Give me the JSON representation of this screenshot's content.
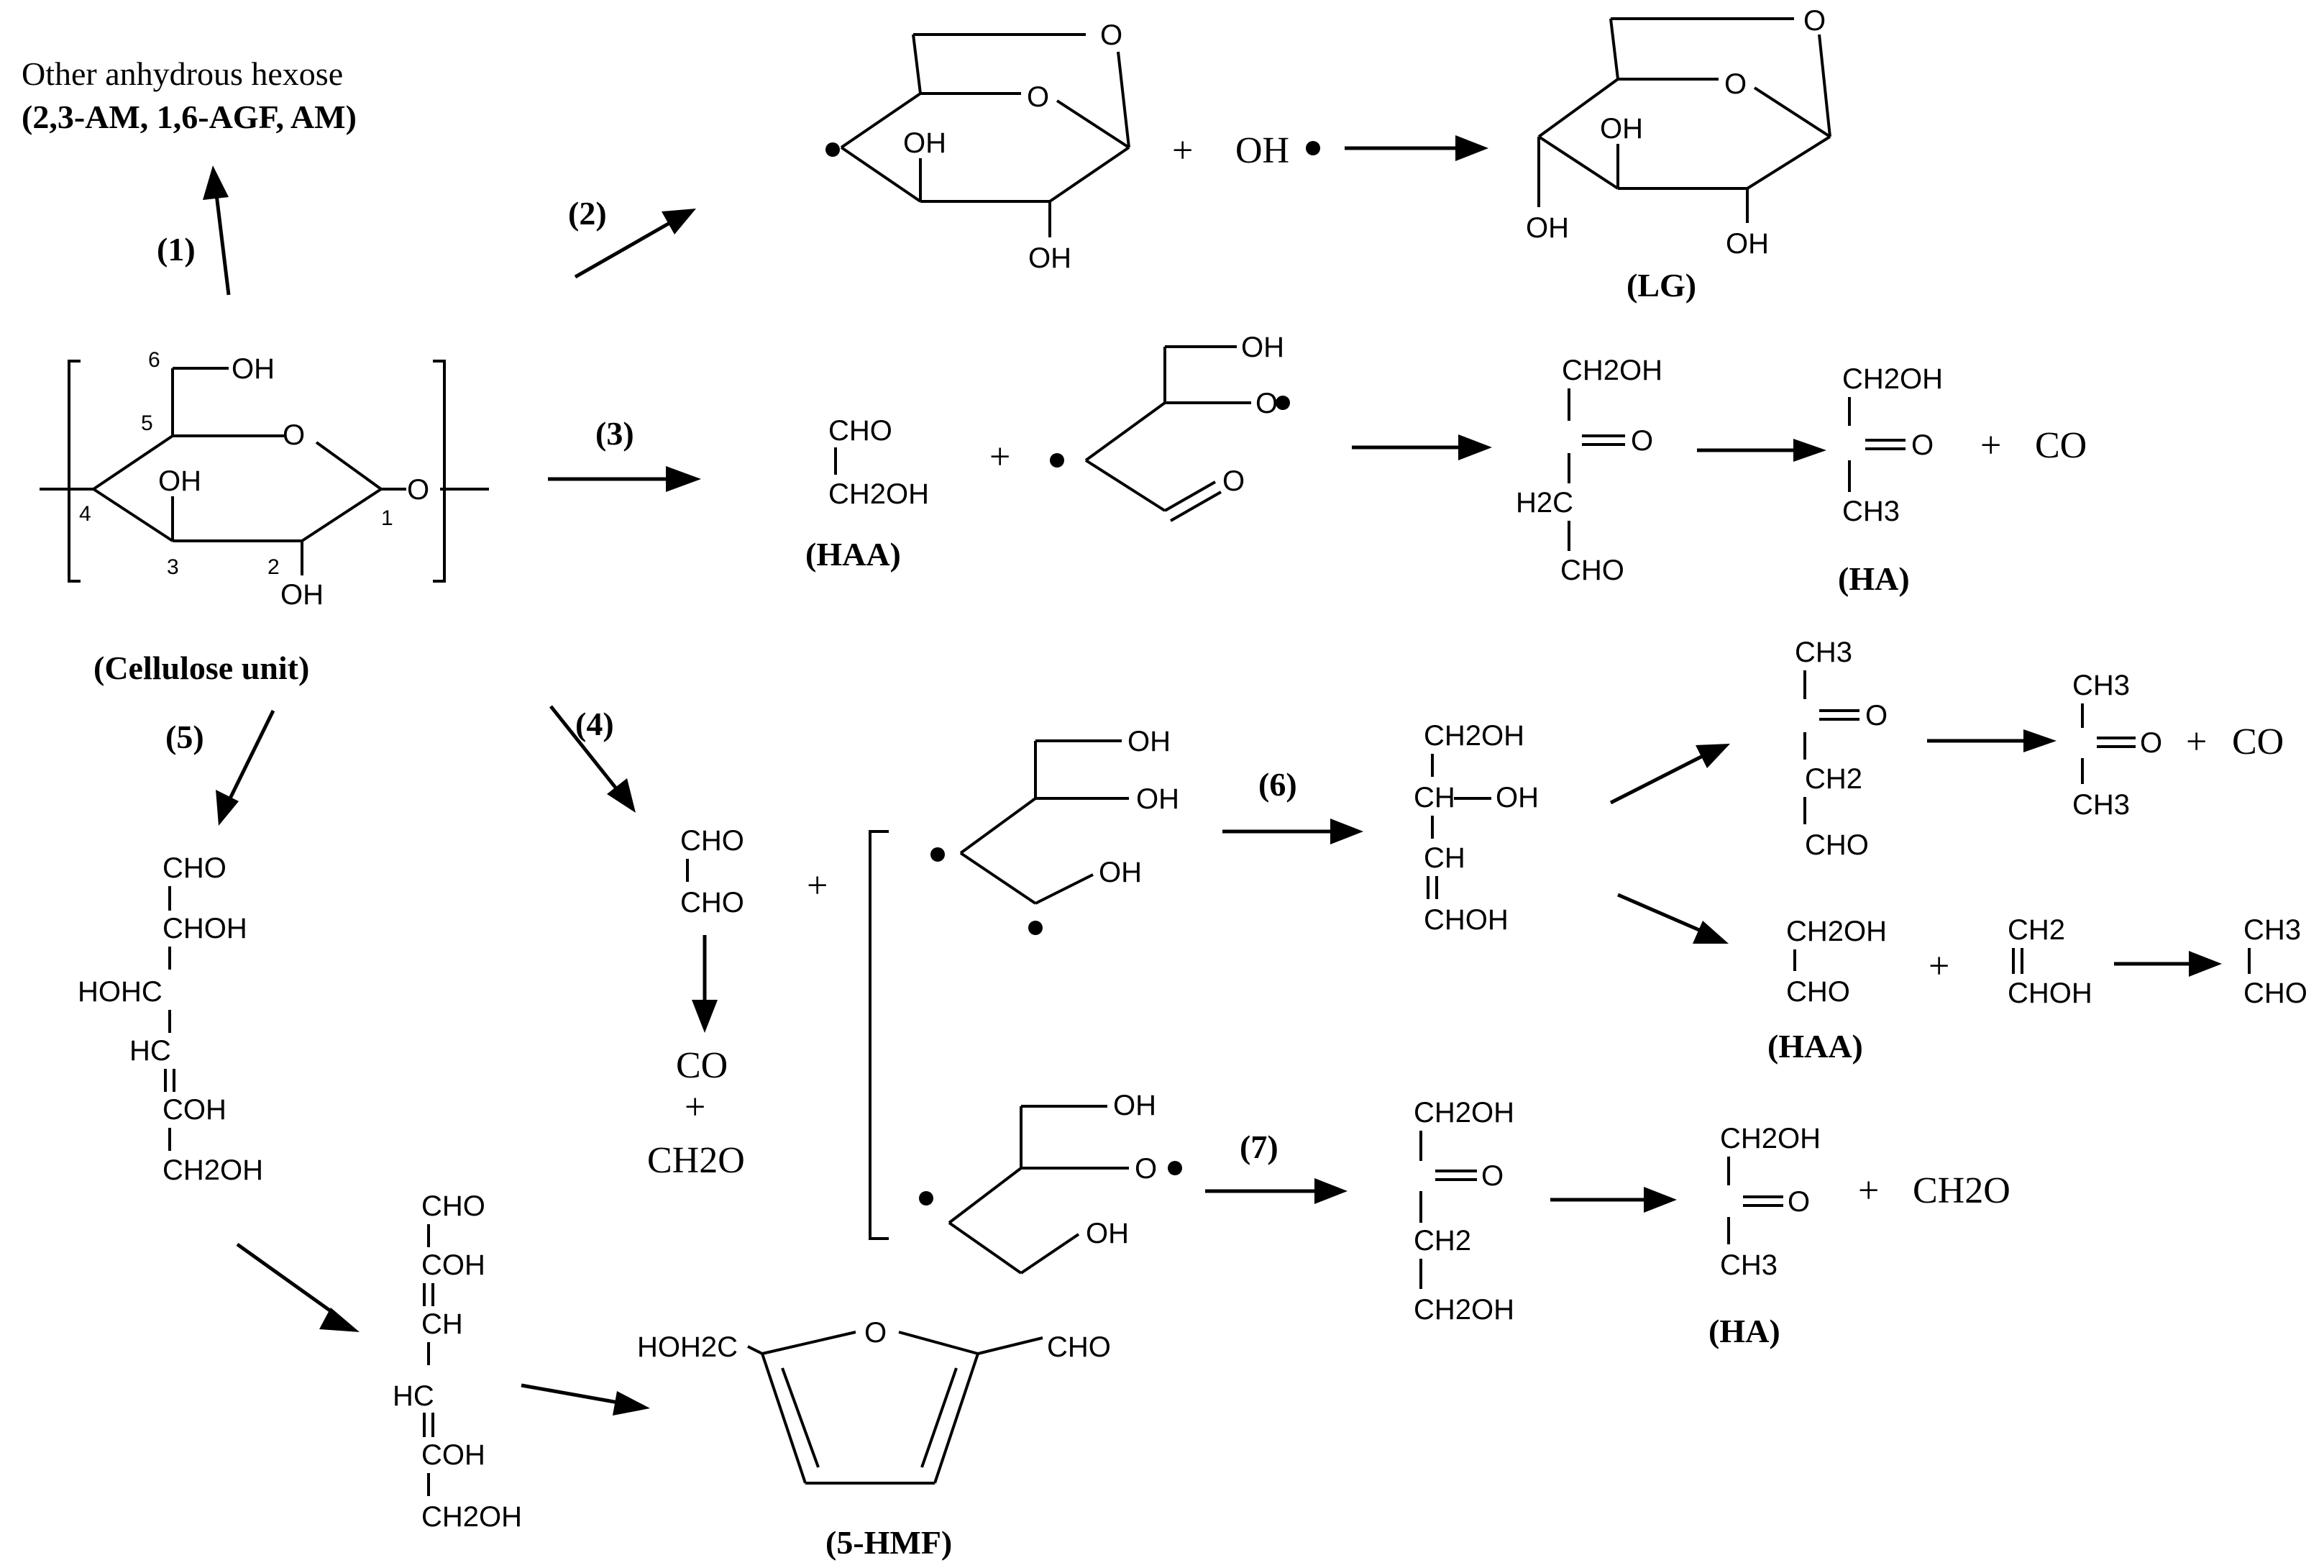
{
  "labels": {
    "top_left_line1": "Other anhydrous hexose",
    "top_left_line2": "(2,3-AM, 1,6-AGF, AM)",
    "cellulose": "(Cellulose unit)",
    "lg": "(LG)",
    "haa": "(HAA)",
    "ha": "(HA)",
    "haa2": "(HAA)",
    "ha2": "(HA)",
    "hmf": "(5-HMF)"
  },
  "steps": {
    "s1": "(1)",
    "s2": "(2)",
    "s3": "(3)",
    "s4": "(4)",
    "s5": "(5)",
    "s6": "(6)",
    "s7": "(7)"
  },
  "atoms": {
    "O": "O",
    "OH": "OH",
    "HOH2C": "HOH2C",
    "CHO": "CHO",
    "CH2OH": "CH2OH",
    "CH2": "CH2",
    "CH3": "CH3",
    "H2C": "H2C",
    "CO": "CO",
    "CH2O": "CH2O",
    "CHOH": "CHOH",
    "CHHOH": "CHOH",
    "HOHC": "HOHC",
    "HC": "HC",
    "COH": "COH",
    "CH": "CH",
    "CHOHd": "CHOH",
    "plus": "+",
    "OHdot": "OH",
    "n1": "1",
    "n2": "2",
    "n3": "3",
    "n4": "4",
    "n5": "5",
    "n6": "6"
  },
  "colors": {
    "ink": "#000000",
    "background": "#ffffff"
  }
}
